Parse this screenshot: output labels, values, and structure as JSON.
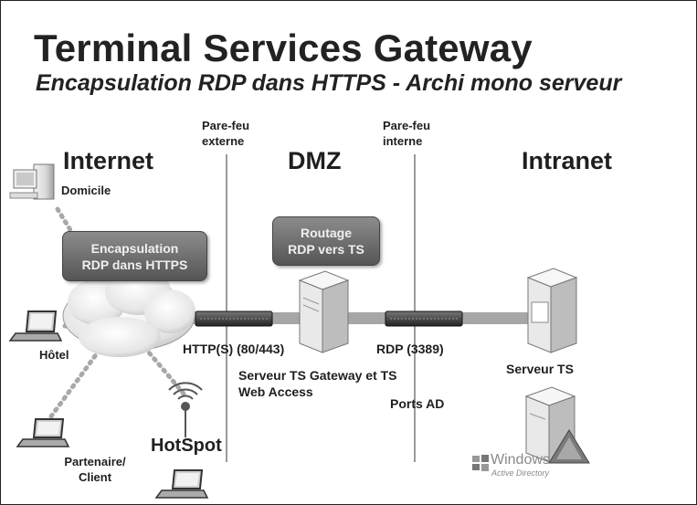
{
  "title": "Terminal Services Gateway",
  "subtitle": "Encapsulation RDP dans HTTPS - Archi mono serveur",
  "firewalls": {
    "external": "Pare-feu externe",
    "internal": "Pare-feu interne"
  },
  "zones": {
    "internet": "Internet",
    "dmz": "DMZ",
    "intranet": "Intranet"
  },
  "boxes": {
    "encapsulation": "Encapsulation RDP dans HTTPS",
    "routing": "Routage RDP vers TS"
  },
  "clients": {
    "home": "Domicile",
    "hotel": "Hôtel",
    "partner": "Partenaire/ Client"
  },
  "hotspot_logo": "HotSpot",
  "links": {
    "https": "HTTP(S) (80/443)",
    "rdp": "RDP (3389)",
    "ad_ports": "Ports AD"
  },
  "servers": {
    "gateway": "Serveur TS Gateway et TS Web Access",
    "ts": "Serveur TS"
  },
  "windows_logo": {
    "name": "Windows",
    "product": "Active Directory"
  },
  "colors": {
    "box_fill": "#6e6e6e",
    "firewall_line": "#9a9a9a",
    "connection_band": "#a6a6a6"
  }
}
